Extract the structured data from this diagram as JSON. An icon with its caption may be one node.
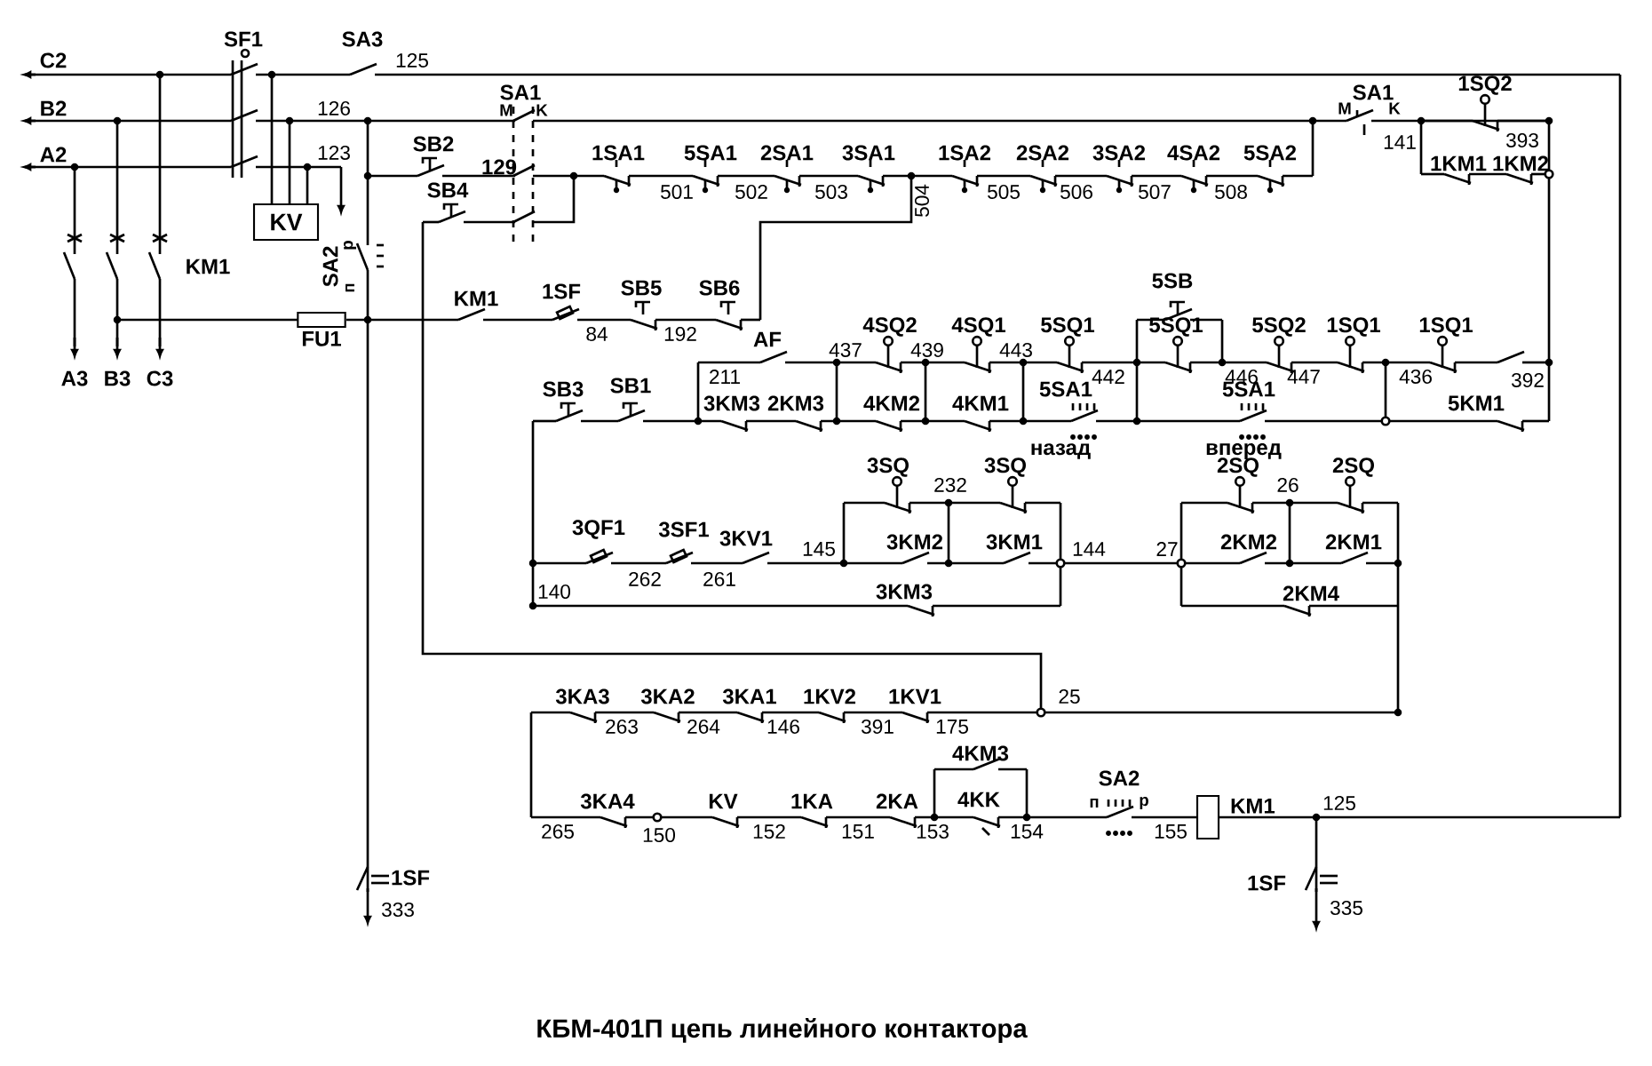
{
  "diagram": {
    "caption": "КБМ-401П  цепь линейного контактора",
    "nodes": [
      {
        "text": [
          "KV"
        ]
      },
      {
        "text": [
          "FU1"
        ]
      },
      {
        "text": [
          "KM1"
        ]
      }
    ],
    "labels": [
      "C2",
      "SF1",
      "SA3",
      "125",
      "B2",
      "A2",
      "126",
      "SA1",
      "M",
      "K",
      "123",
      "SB2",
      "129",
      "1SA1",
      "5SA1",
      "2SA1",
      "3SA1",
      "501",
      "502",
      "503",
      "504",
      "1SA2",
      "2SA2",
      "3SA2",
      "4SA2",
      "5SA2",
      "505",
      "506",
      "507",
      "508",
      "SA1",
      "M",
      "K",
      "141",
      "1SQ2",
      "393",
      "1KM1",
      "1KM2",
      "SB4",
      "KM1",
      "SA2",
      "п",
      "р",
      "KM1",
      "1SF",
      "SB5",
      "SB6",
      "84",
      "192",
      "A3",
      "B3",
      "C3",
      "AF",
      "211",
      "437",
      "4SQ2",
      "439",
      "4SQ1",
      "443",
      "5SQ1",
      "442",
      "5SB",
      "5SQ1",
      "446",
      "5SQ2",
      "447",
      "1SQ1",
      "1SQ1",
      "436",
      "392",
      "SB3",
      "SB1",
      "3KM3",
      "2KM3",
      "4KM2",
      "4KM1",
      "5SA1",
      "назад",
      "5SA1",
      "вперед",
      "5KM1",
      "3SQ",
      "232",
      "3SQ",
      "2SQ",
      "26",
      "2SQ",
      "3QF1",
      "3SF1",
      "3KV1",
      "145",
      "3KM2",
      "3KM1",
      "144",
      "27",
      "2KM2",
      "2KM1",
      "262",
      "261",
      "140",
      "3KM3",
      "2KM4",
      "3KA3",
      "3KA2",
      "3KA1",
      "1KV2",
      "1KV1",
      "25",
      "263",
      "264",
      "146",
      "391",
      "175",
      "4KM3",
      "3KA4",
      "KV",
      "1KA",
      "2KA",
      "4KK",
      "SA2",
      "п",
      "р",
      "125",
      "265",
      "150",
      "152",
      "151",
      "153",
      "154",
      "155",
      "1SF",
      "333",
      "1SF",
      "335"
    ]
  }
}
